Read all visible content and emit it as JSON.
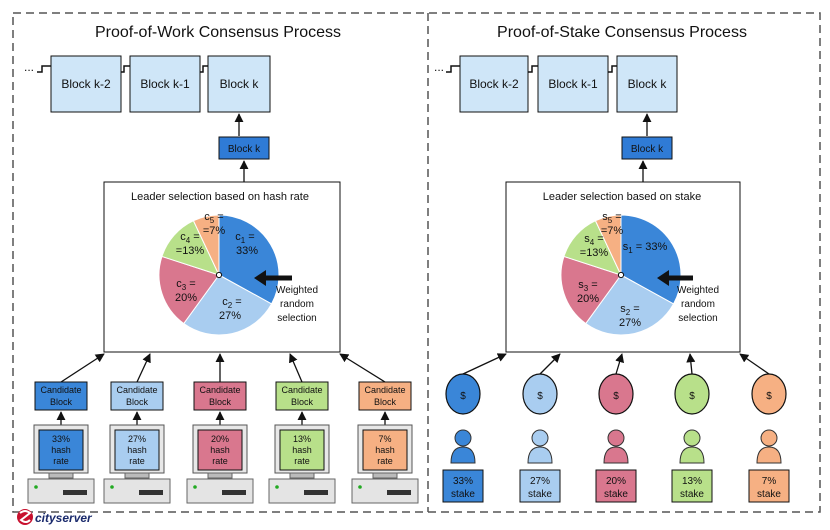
{
  "colors": {
    "blue": "#3a86d8",
    "lightblue": "#a9cdf0",
    "pink": "#d9778e",
    "green": "#b8e08a",
    "orange": "#f6b083",
    "block_fill": "#cfe6f8",
    "dark_blue": "#2f7bd6"
  },
  "pow": {
    "title": "Proof-of-Work Consensus Process",
    "chain": [
      "Block k-2",
      "Block k-1",
      "Block k"
    ],
    "ellipsis": "...",
    "selected_block": "Block k",
    "leader_title": "Leader selection based on hash rate",
    "pie": [
      {
        "sym": "c",
        "sub": "1",
        "pct": "33%",
        "value": 33,
        "color": "blue"
      },
      {
        "sym": "c",
        "sub": "2",
        "pct": "27%",
        "value": 27,
        "color": "lightblue"
      },
      {
        "sym": "c",
        "sub": "3",
        "pct": "20%",
        "value": 20,
        "color": "pink"
      },
      {
        "sym": "c",
        "sub": "4",
        "pct": "13%",
        "value": 13,
        "color": "green"
      },
      {
        "sym": "c",
        "sub": "5",
        "pct": "7%",
        "value": 7,
        "color": "orange"
      }
    ],
    "pointer_label": [
      "Weighted",
      "random",
      "selection"
    ],
    "candidate_label": [
      "Candidate",
      "Block"
    ],
    "miners": [
      {
        "pct": "33%",
        "unit": [
          "hash",
          "rate"
        ],
        "color": "blue"
      },
      {
        "pct": "27%",
        "unit": [
          "hash",
          "rate"
        ],
        "color": "lightblue"
      },
      {
        "pct": "20%",
        "unit": [
          "hash",
          "rate"
        ],
        "color": "pink"
      },
      {
        "pct": "13%",
        "unit": [
          "hash",
          "rate"
        ],
        "color": "green"
      },
      {
        "pct": "7%",
        "unit": [
          "hash",
          "rate"
        ],
        "color": "orange"
      }
    ]
  },
  "pos": {
    "title": "Proof-of-Stake Consensus Process",
    "chain": [
      "Block k-2",
      "Block k-1",
      "Block k"
    ],
    "ellipsis": "...",
    "selected_block": "Block k",
    "leader_title": "Leader selection based on stake",
    "pie": [
      {
        "sym": "s",
        "sub": "1",
        "pct": "33%",
        "value": 33,
        "color": "blue"
      },
      {
        "sym": "s",
        "sub": "2",
        "pct": "27%",
        "value": 27,
        "color": "lightblue"
      },
      {
        "sym": "s",
        "sub": "3",
        "pct": "20%",
        "value": 20,
        "color": "pink"
      },
      {
        "sym": "s",
        "sub": "4",
        "pct": "13%",
        "value": 13,
        "color": "green"
      },
      {
        "sym": "s",
        "sub": "5",
        "pct": "7%",
        "value": 7,
        "color": "orange"
      }
    ],
    "pointer_label": [
      "Weighted",
      "random",
      "selection"
    ],
    "coin_symbol": "$",
    "stakers": [
      {
        "pct": "33%",
        "unit": "stake",
        "color": "blue"
      },
      {
        "pct": "27%",
        "unit": "stake",
        "color": "lightblue"
      },
      {
        "pct": "20%",
        "unit": "stake",
        "color": "pink"
      },
      {
        "pct": "13%",
        "unit": "stake",
        "color": "green"
      },
      {
        "pct": "7%",
        "unit": "stake",
        "color": "orange"
      }
    ]
  },
  "logo": {
    "text": "cityserver"
  }
}
